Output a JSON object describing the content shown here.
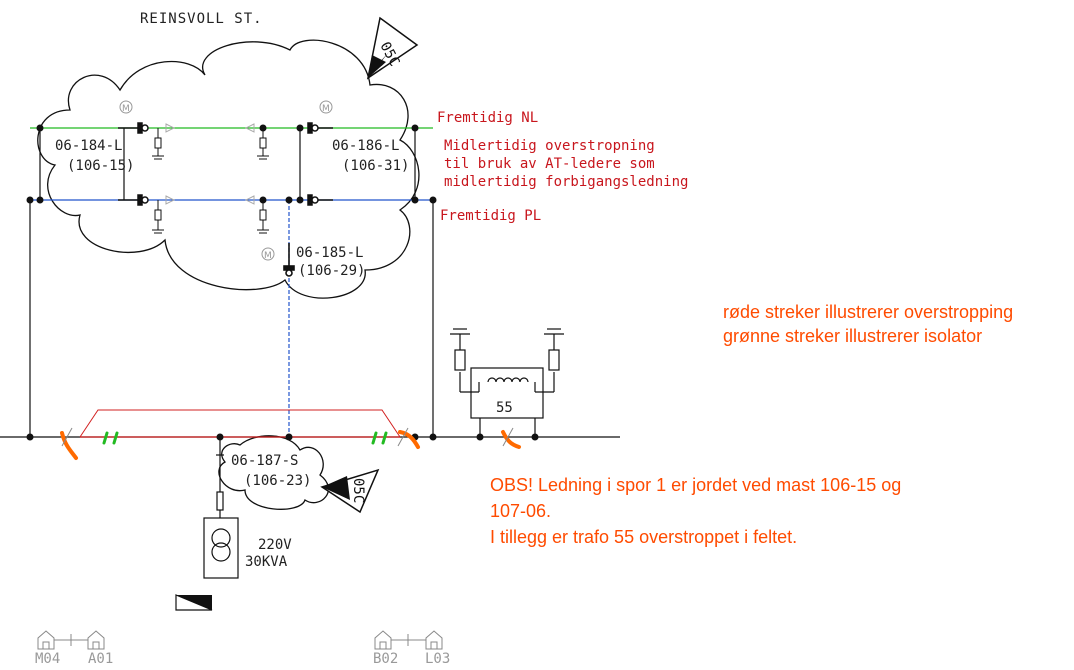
{
  "station_name": "REINSVOLL ST.",
  "badges": {
    "top": "05C",
    "bottom": "05C"
  },
  "motor_symbol": "M",
  "switches": {
    "s184": {
      "id": "06-184-L",
      "mast": "(106-15)"
    },
    "s186": {
      "id": "06-186-L",
      "mast": "(106-31)"
    },
    "s185": {
      "id": "06-185-L",
      "mast": "(106-29)"
    },
    "s187": {
      "id": "06-187-S",
      "mast": "(106-23)"
    }
  },
  "line_labels": {
    "nl": "Fremtidig NL",
    "pl": "Fremtidig PL"
  },
  "temp_note": [
    "Midlertidig overstropning",
    "til bruk av AT-ledere som",
    "midlertidig forbigangsledning"
  ],
  "trafo": {
    "number": "55"
  },
  "transformer": {
    "voltage": "220V",
    "power": "30KVA"
  },
  "legend": [
    "røde streker illustrerer overstropping",
    "grønne streker illustrerer isolator"
  ],
  "obs_note": [
    "OBS! Ledning i spor 1 er jordet ved mast 106-15 og",
    "107-06.",
    "I tillegg er trafo 55 overstroppet i feltet."
  ],
  "bottom_markers": [
    "M04",
    "A01",
    "B02",
    "L03"
  ],
  "colors": {
    "cad_text": "#c8161d",
    "note_text": "#ff4b00",
    "green_line": "#22bb22",
    "blue_line": "#2255cc",
    "red_strap": "#d22020",
    "orange_mark": "#ff6a00",
    "black": "#111111",
    "gray": "#999999"
  }
}
